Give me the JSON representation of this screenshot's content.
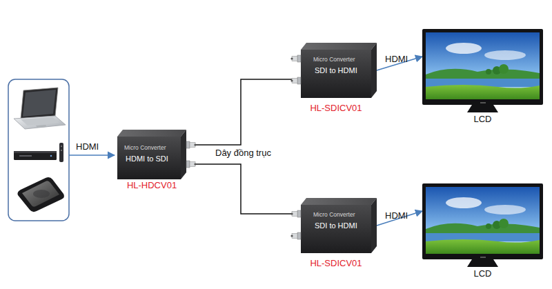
{
  "diagram": {
    "nodes": [
      {
        "text": [
          "Micro Converter",
          "HDMI to SDI",
          "HL-HDCV01"
        ]
      },
      {
        "text": [
          "Micro Converter",
          "SDI to HDMI",
          "HL-SDICV01"
        ]
      },
      {
        "text": [
          "LCD"
        ]
      },
      {
        "text": [
          "Micro Converter",
          "SDI to HDMI",
          "HL-SDICV01"
        ]
      },
      {
        "text": [
          "LCD"
        ]
      }
    ],
    "edges": [
      {
        "from": 0,
        "to": 1,
        "arrow": "none",
        "label": "Dây đồng trục"
      },
      {
        "from": 0,
        "to": 3,
        "arrow": "none"
      },
      {
        "from": 1,
        "to": 2,
        "arrow": "to",
        "label": "HDMI"
      },
      {
        "from": 3,
        "to": 4,
        "arrow": "to",
        "label": "HDMI"
      }
    ],
    "labels": [
      "HDMI"
    ]
  }
}
